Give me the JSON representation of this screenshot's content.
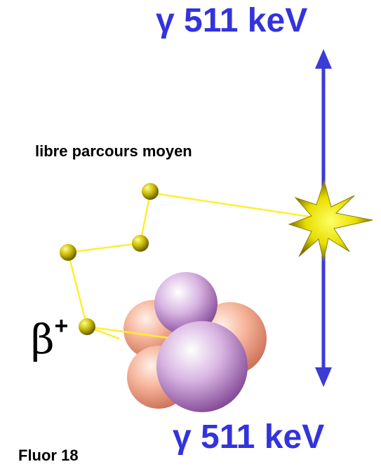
{
  "title_top": "γ 511 keV",
  "title_bottom": "γ 511 keV",
  "path_label": "libre parcours moyen",
  "particle_label": "β+",
  "isotope_label": "Fluor 18",
  "colors": {
    "gamma": "#3b3bd6",
    "path": "#ffee33",
    "ball": "#c8b800",
    "proton": "#b77fc9",
    "neutron": "#f2a98c",
    "flash": "#f4e800"
  },
  "icons": [
    "annihilation-flash-icon",
    "nucleus-icon",
    "positron-bead-icon"
  ]
}
